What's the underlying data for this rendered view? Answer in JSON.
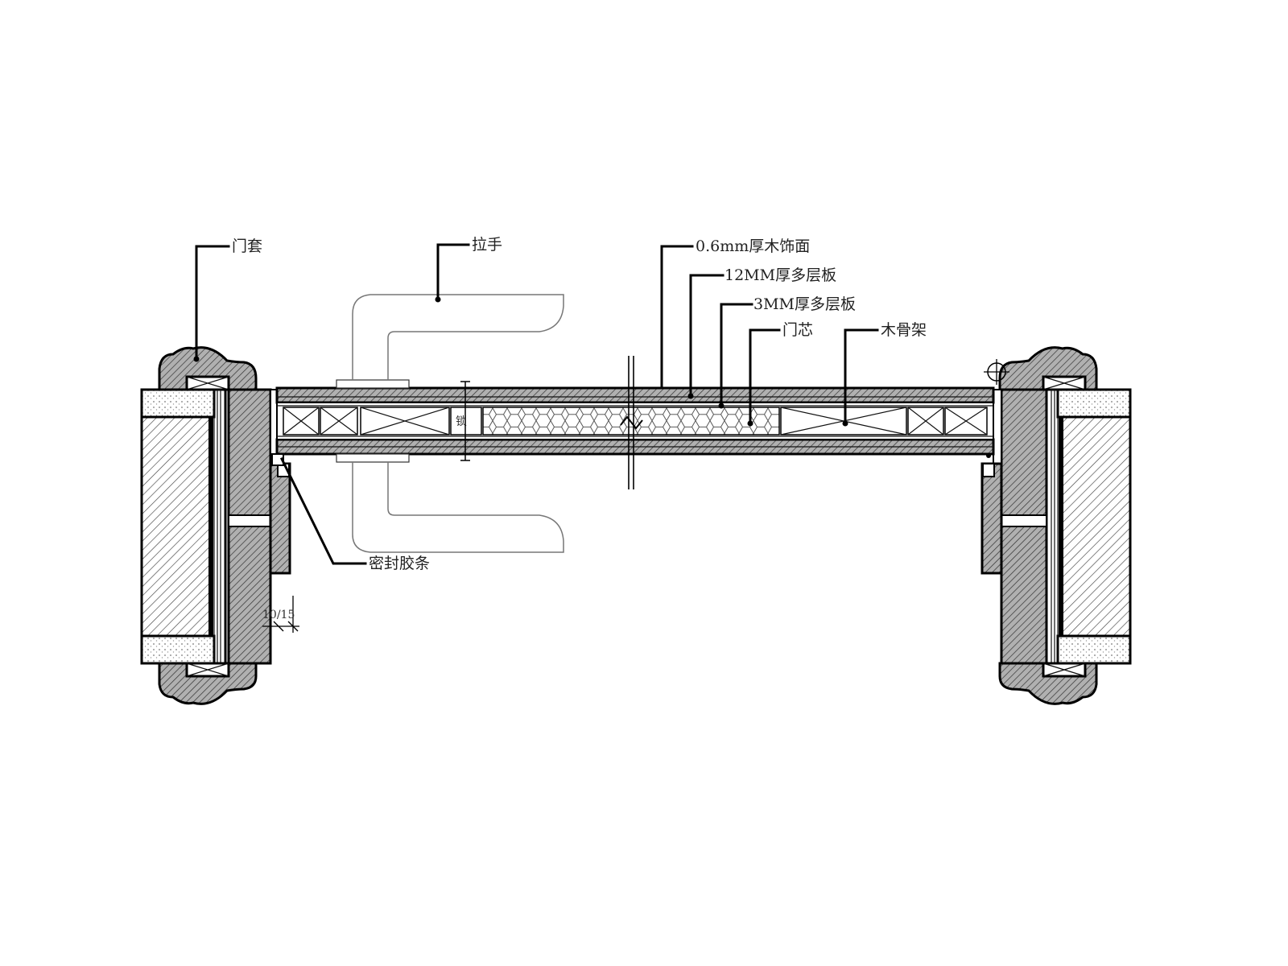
{
  "labels": {
    "door_casing": "门套",
    "handle": "拉手",
    "veneer": "0.6mm厚木饰面",
    "plywood_12": "12MM厚多层板",
    "plywood_3": "3MM厚多层板",
    "door_core": "门芯",
    "wood_frame": "木骨架",
    "seal_strip": "密封胶条",
    "lock_mark": "锁",
    "dimension": "10/15"
  },
  "colors": {
    "hatch_fill": "#a8a8a8",
    "line": "#000000",
    "background": "#ffffff"
  }
}
